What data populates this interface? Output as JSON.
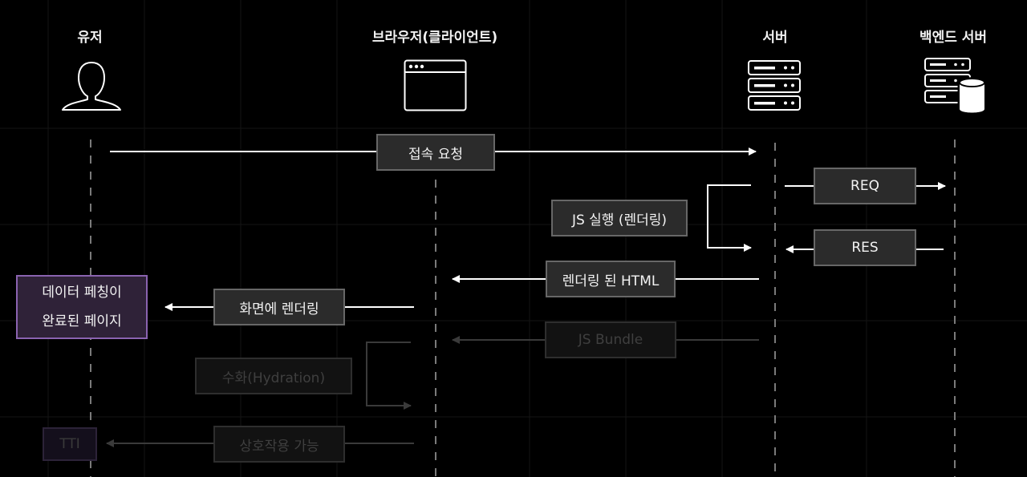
{
  "actors": {
    "user": "유저",
    "browser": "브라우저(클라이언트)",
    "server": "서버",
    "backend": "백엔드 서버"
  },
  "icons": {
    "user": "person-icon",
    "browser": "browser-window-icon",
    "server": "server-rack-icon",
    "backend": "server-database-icon"
  },
  "steps": {
    "request": "접속 요청",
    "js_exec": "JS 실행 (렌더링)",
    "req": "REQ",
    "res": "RES",
    "rendered_html": "렌더링 된 HTML",
    "screen_render": "화면에 렌더링",
    "data_fetched_line1": "데이터 페칭이",
    "data_fetched_line2": "완료된 페이지",
    "js_bundle": "JS Bundle",
    "hydration": "수화(Hydration)",
    "interactive": "상호작용 가능",
    "tti": "TTI"
  },
  "colors": {
    "background": "#000000",
    "active_arrow": "#ffffff",
    "dim_arrow": "#3a3a3a",
    "highlight_border": "#8a63b0",
    "highlight_fill": "#2f2238"
  }
}
